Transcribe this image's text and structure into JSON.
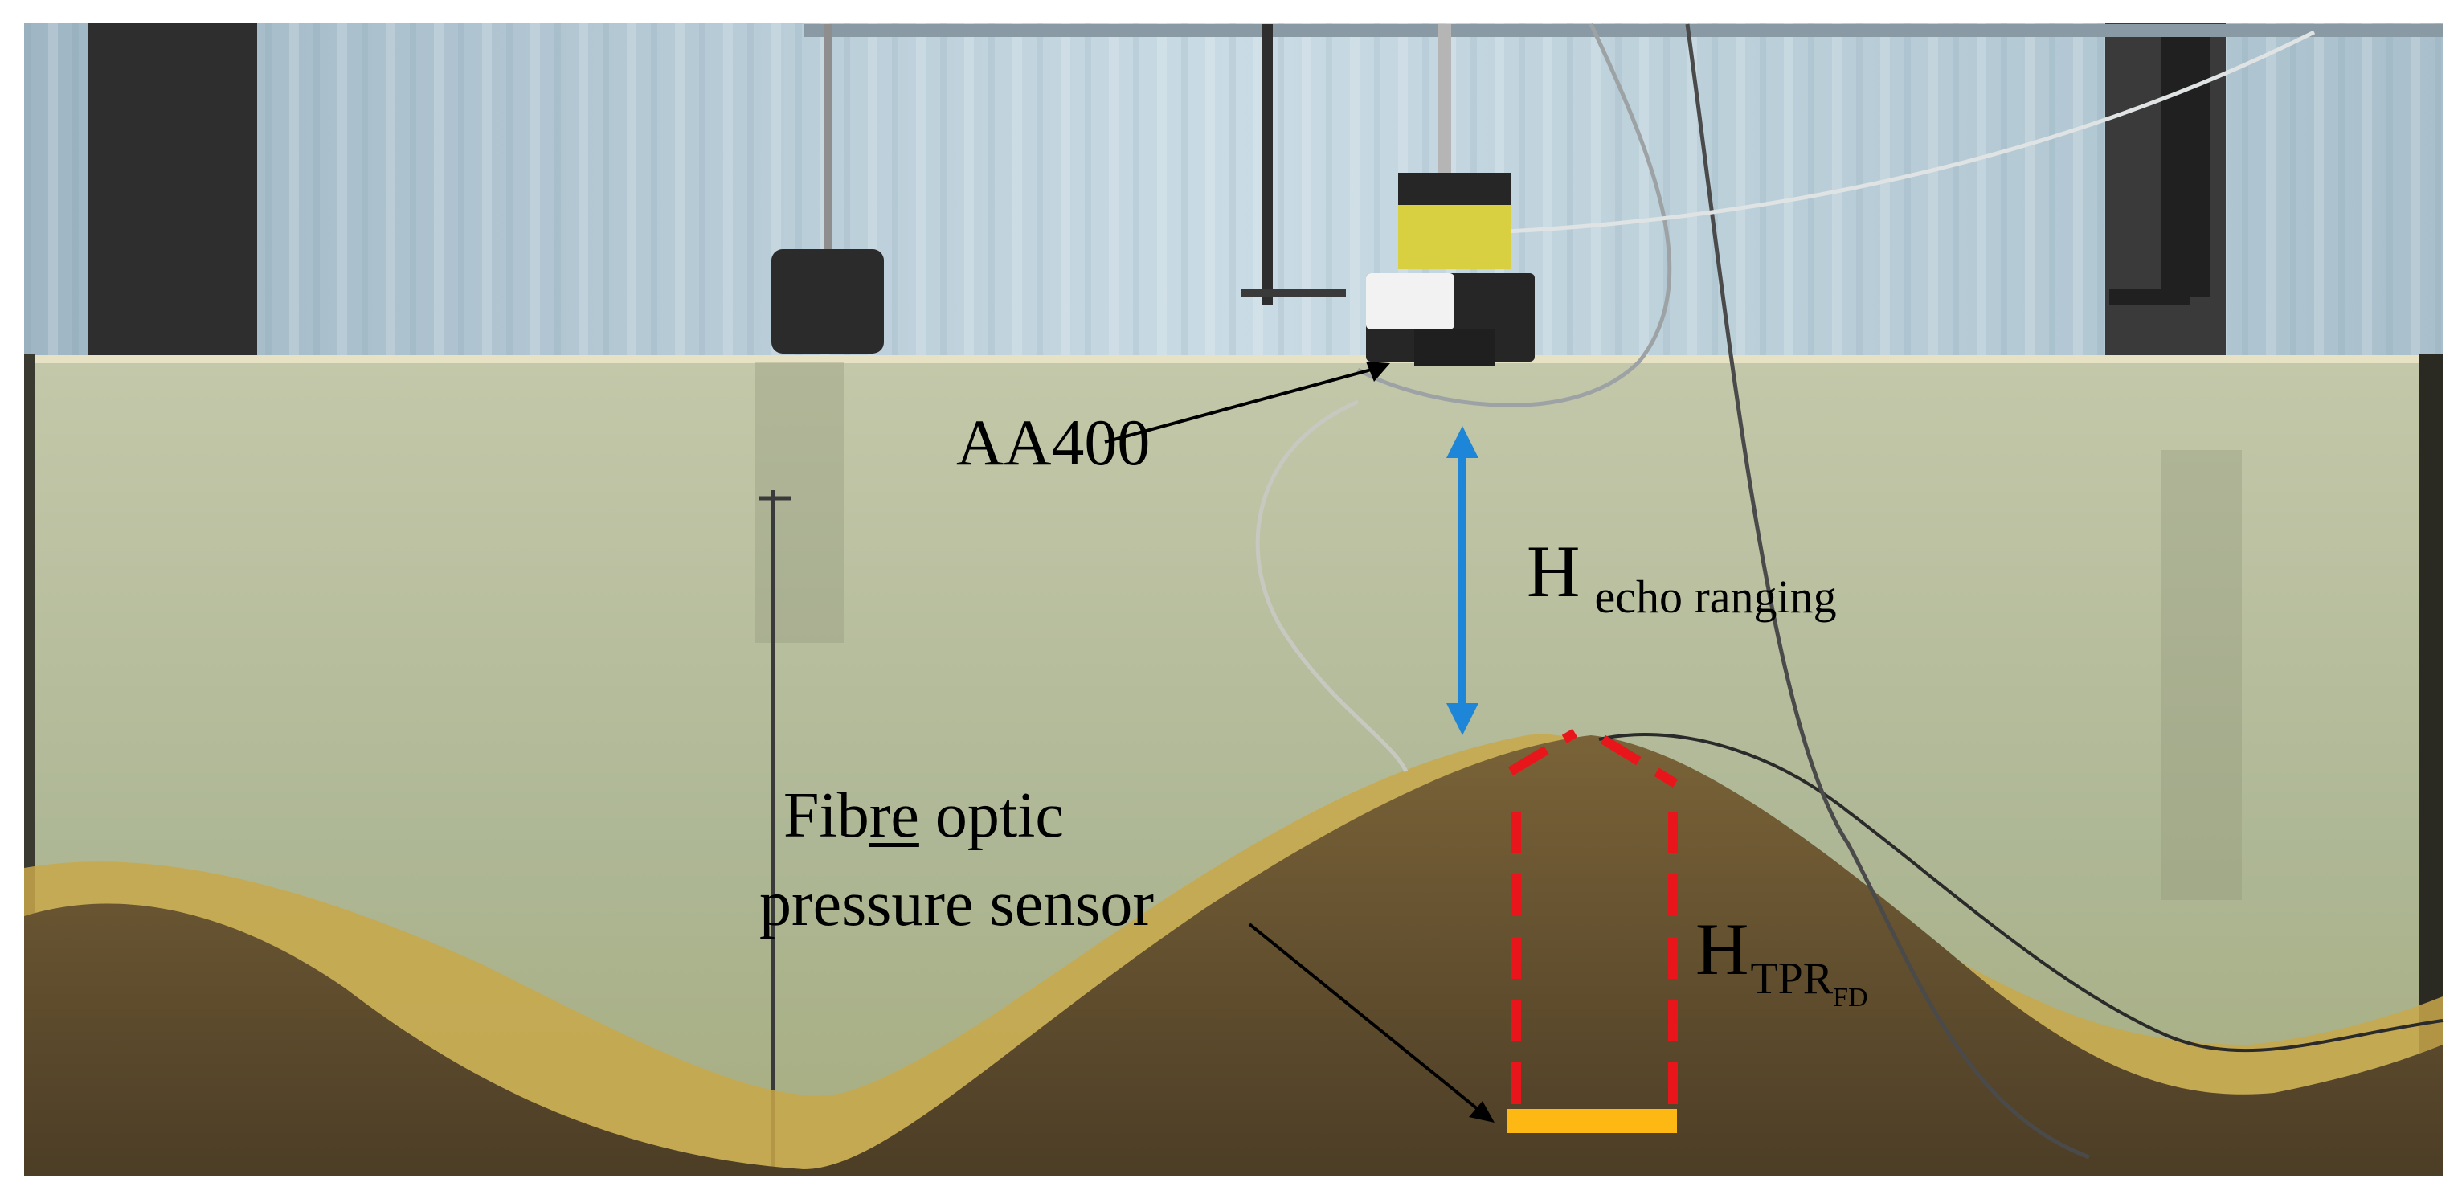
{
  "annotations": {
    "aa400": "AA400",
    "h_echo_main": "H",
    "h_echo_sub": "echo ranging",
    "fibre_prefix": "Fib",
    "fibre_underlined": "re",
    "fibre_suffix": " optic",
    "fibre_line2": "pressure sensor",
    "htpr_main": "H",
    "htpr_sub": "TPR",
    "htpr_subsub": "FD"
  },
  "colors": {
    "echo_arrow": "#1e86d8",
    "tpr_dash": "#e8161b",
    "sensor_bar": "#fdb813",
    "water": "#b9c0a4",
    "sand_dark": "#5a4a30",
    "sand_light": "#c9a84a",
    "background_curtain": "#b8cfdb"
  }
}
